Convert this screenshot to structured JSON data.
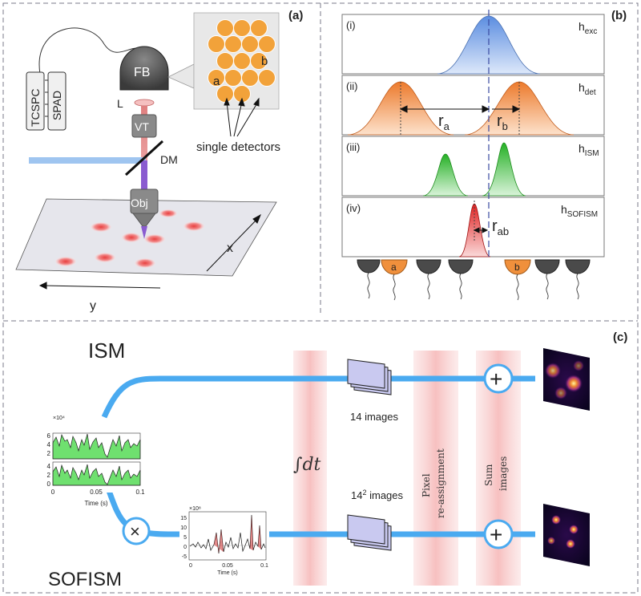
{
  "panel_a": {
    "label": "(a)",
    "tcspc": "TCSPC",
    "spad": "SPAD",
    "fb": "FB",
    "lens": "L",
    "vt": "VT",
    "dm": "DM",
    "obj": "Obj",
    "det_a": "a",
    "det_b": "b",
    "single_detectors": "single detectors",
    "axis_x": "x",
    "axis_y": "y"
  },
  "panel_b": {
    "label": "(b)",
    "row1": {
      "index": "(i)",
      "name": "h",
      "sub": "exc"
    },
    "row2": {
      "index": "(ii)",
      "name": "h",
      "sub": "det"
    },
    "row3": {
      "index": "(iii)",
      "name": "h",
      "sub": "ISM"
    },
    "row4": {
      "index": "(iv)",
      "name": "h",
      "sub": "SOFISM"
    },
    "ra": {
      "name": "r",
      "sub": "a"
    },
    "rb": {
      "name": "r",
      "sub": "b"
    },
    "rab": {
      "name": "r",
      "sub": "ab"
    },
    "det_a": "a",
    "det_b": "b",
    "colors": {
      "exc": "#6b9be6",
      "det": "#f08c3c",
      "ism": "#33b933",
      "sofism": "#e63232"
    }
  },
  "panel_c": {
    "label": "(c)",
    "ism": "ISM",
    "sofism": "SOFISM",
    "integral": "∫dt",
    "images_top": "14  images",
    "images_bottom_base": "14",
    "images_bottom_exp": "2",
    "images_bottom_rest": " images",
    "pixel_1": "Pixel",
    "pixel_2": "re-assignment",
    "sum_1": "Sum",
    "sum_2": "images",
    "plus": "+",
    "times": "×",
    "trace_left": {
      "exponent": "×10⁴",
      "yticks_top": [
        "6",
        "4",
        "2"
      ],
      "yticks_bottom": [
        "4",
        "2",
        "0"
      ],
      "xticks": [
        "0",
        "0.05",
        "0.1"
      ],
      "xlabel": "Time (s)"
    },
    "trace_right": {
      "exponent": "×10⁸",
      "yticks": [
        "15",
        "10",
        "5",
        "0",
        "-5"
      ],
      "xticks": [
        "0",
        "0.05",
        "0.1"
      ],
      "xlabel": "Time (s)"
    }
  }
}
